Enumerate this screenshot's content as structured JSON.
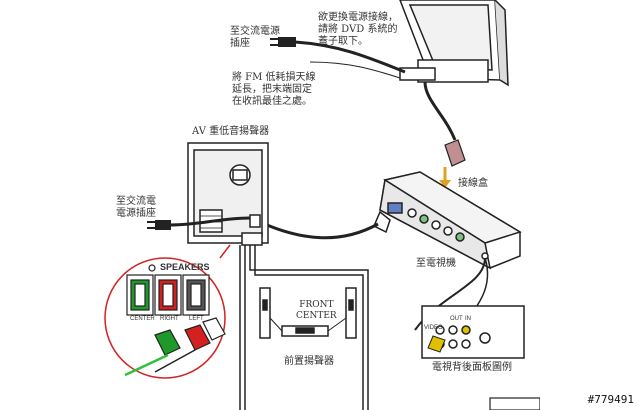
{
  "labels": {
    "ac_outlet_top": [
      "至交流電源",
      "插座"
    ],
    "replace_cable": [
      "欲更換電源接線，",
      "請將 DVD 系統的",
      "蓋子取下。"
    ],
    "fm_antenna": [
      "將 FM 低耗損天線",
      "延長，把末端固定",
      "在收訊最佳之處。"
    ],
    "subwoofer": "AV 重低音揚聲器",
    "ac_outlet_left": [
      "至交流電",
      "電源插座"
    ],
    "junction_box": "接線盒",
    "to_tv": "至電視機",
    "speakers_panel": "SPEAKERS",
    "center": "CENTER",
    "right": "RIGHT",
    "left": "LEFT",
    "front_center": [
      "FRONT",
      "CENTER"
    ],
    "front_speakers": "前置揚聲器",
    "tv_back_panel": "電視背後面板圖例",
    "tv_out": "OUT",
    "tv_in": "IN",
    "tv_video": "VIDEO",
    "watermark": "#779491"
  },
  "colors": {
    "line": "#222222",
    "zoom_circle": "#d42020",
    "green_terminal": "#1f9a2a",
    "red_terminal": "#d42020",
    "green_wire": "#2fc23a",
    "junction_plug": "#c09090",
    "yellow_plug": "#e0c000"
  },
  "icons": [
    "power-plug-icon",
    "speaker-terminal-icon",
    "rca-plug-icon"
  ]
}
